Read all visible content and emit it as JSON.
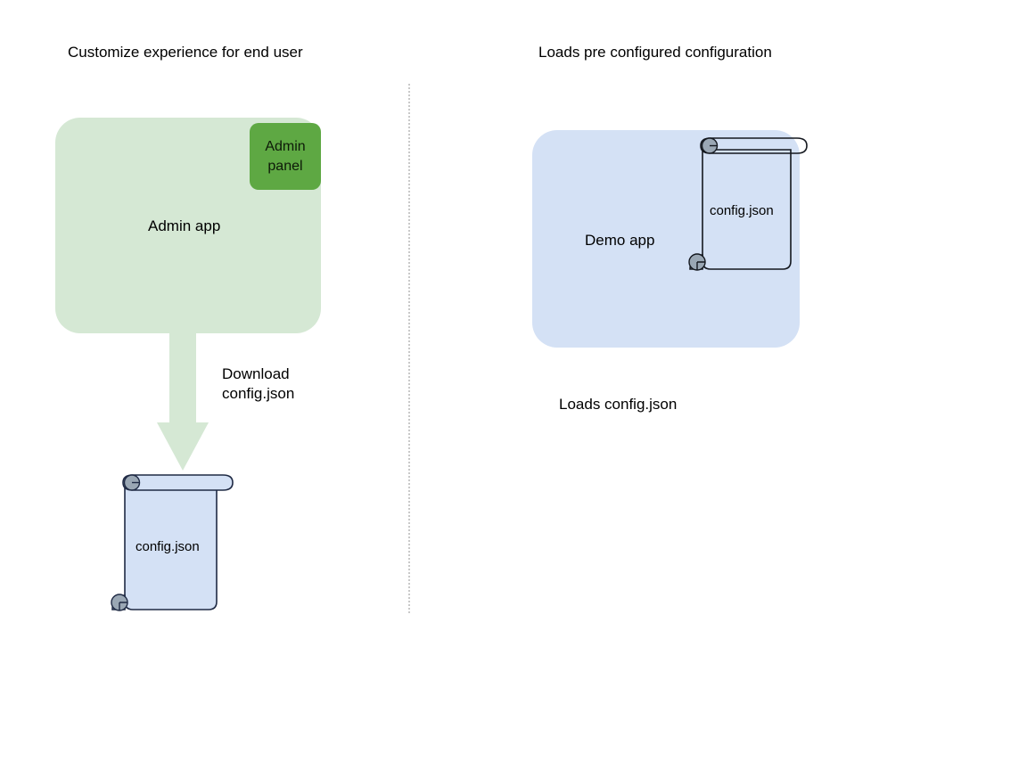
{
  "diagram": {
    "background": "#ffffff",
    "titles": {
      "left": "Customize experience for end user",
      "right": "Loads pre configured configuration"
    },
    "divider": {
      "name": "vertical-dotted-divider",
      "color": "#c9c9c9",
      "style": "dotted"
    },
    "left_flow": {
      "app_box": {
        "label": "Admin app",
        "fill": "#d5e8d4"
      },
      "badge": {
        "label_line1": "Admin",
        "label_line2": "panel",
        "fill": "#5ea843",
        "text_color": "#0d1a08"
      },
      "arrow": {
        "label_line1": "Download",
        "label_line2": "config.json",
        "fill": "#d5e8d4",
        "direction": "down"
      },
      "document": {
        "label": "config.json",
        "fill": "#d4e1f5",
        "stroke": "#1f2a44",
        "roll_fill": "#9aa7b4"
      }
    },
    "right_flow": {
      "app_box": {
        "label": "Demo app",
        "fill": "#d4e1f5"
      },
      "document": {
        "label": "config.json",
        "fill": "none",
        "stroke": "#14181f",
        "roll_fill": "#9aa7b4"
      },
      "caption": "Loads config.json"
    }
  }
}
